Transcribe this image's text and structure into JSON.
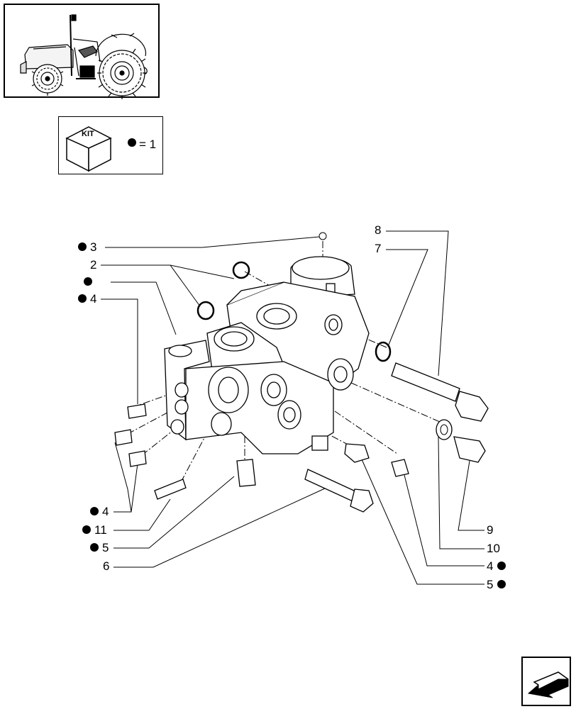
{
  "kit": {
    "badge": "KIT",
    "legend_value": "= 1"
  },
  "callouts": [
    {
      "id": "3",
      "text": "3",
      "dot": "before"
    },
    {
      "id": "2",
      "text": "2",
      "dot": "none"
    },
    {
      "id": "blank",
      "text": "",
      "dot": "before"
    },
    {
      "id": "4a",
      "text": "4",
      "dot": "before"
    },
    {
      "id": "8",
      "text": "8",
      "dot": "none"
    },
    {
      "id": "7",
      "text": "7",
      "dot": "none"
    },
    {
      "id": "4b",
      "text": "4",
      "dot": "before"
    },
    {
      "id": "11",
      "text": "11",
      "dot": "before"
    },
    {
      "id": "5a",
      "text": "5",
      "dot": "before"
    },
    {
      "id": "6",
      "text": "6",
      "dot": "none"
    },
    {
      "id": "9",
      "text": "9",
      "dot": "none"
    },
    {
      "id": "10",
      "text": "10",
      "dot": "none"
    },
    {
      "id": "4c",
      "text": "4",
      "dot": "after"
    },
    {
      "id": "5b",
      "text": "5",
      "dot": "after"
    }
  ]
}
